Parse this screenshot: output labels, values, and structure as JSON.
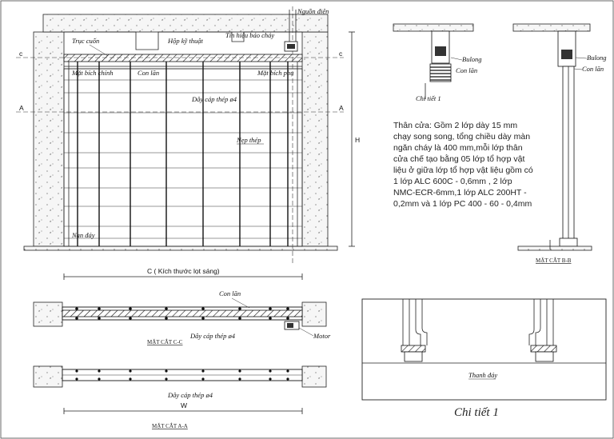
{
  "front_elevation": {
    "label_power": "Nguồn điện",
    "label_roller_shaft": "Trục cuốn",
    "label_tech_box": "Hộp kỹ thuật",
    "label_fire_signal": "Tín hiệu báo cháy",
    "label_main_flange": "Mặt bích chính",
    "label_roller": "Con lăn",
    "label_side_flange": "Mặt bích phụ",
    "label_steel_cable": "Dây cáp thép ø4",
    "label_steel_strip": "Nẹp thép",
    "label_bottom_rail": "Nan đáy",
    "dim_height": "H",
    "dim_width": "C ( Kích thước lọt sáng)"
  },
  "section_cc": {
    "label_roller": "Con lăn",
    "label_motor": "Motor",
    "label_cable": "Dây cáp thép ø4",
    "title": "MẶT CẮT C-C"
  },
  "section_aa": {
    "label_cable": "Dây cáp thép ø4",
    "dim_width": "W",
    "title": "MẶT CẮT A-A"
  },
  "section_bb": {
    "label_bolt_left": "Bulong",
    "label_roller_left": "Con lăn",
    "label_detail": "Chi tiết 1",
    "label_bolt_right": "Bulong",
    "label_roller_right": "Con lăn",
    "title": "MẶT CẮT B-B"
  },
  "description": {
    "lines": [
      "Thân cửa: Gồm 2 lớp dày 15 mm",
      "chạy song song, tổng chiều dày màn",
      "ngăn cháy là 400 mm,mỗi lớp thân",
      "cửa chế tạo bằng 05 lớp tổ hợp vật",
      "liệu ở giữa lớp tổ hợp vật liệu gồm có",
      "1 lớp ALC 600C - 0,6mm , 2 lớp",
      "NMC-ECR-6mm,1 lớp ALC 200HT -",
      "0,2mm và 1 lớp PC 400 - 60 - 0,4mm"
    ]
  },
  "detail_1": {
    "label_bottom_bar": "Thanh đáy",
    "title": "Chi tiết 1"
  }
}
